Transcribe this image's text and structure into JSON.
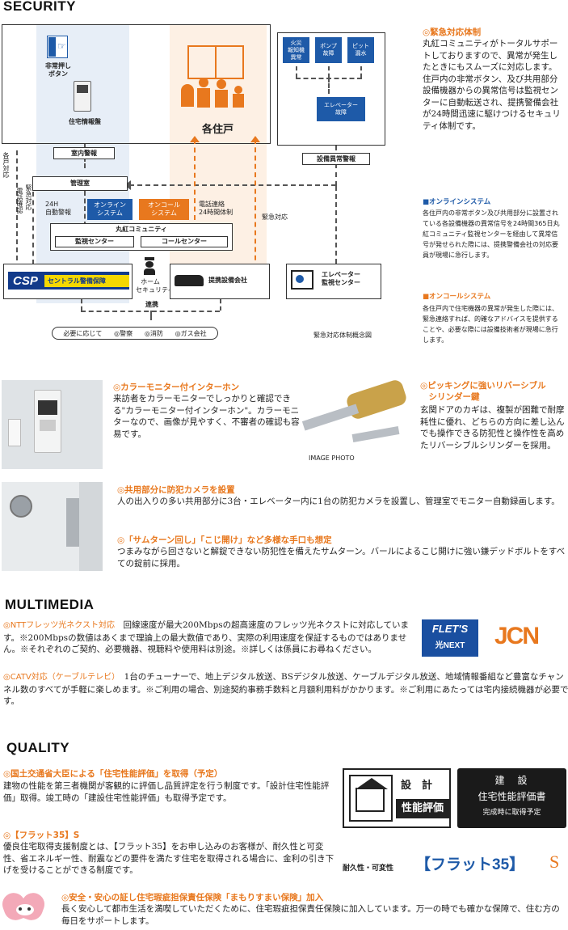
{
  "security": {
    "heading": "SECURITY",
    "diagram": {
      "emergency_button": "非常押し\nボタン",
      "housing_panel": "住宅情報盤",
      "each_unit": "各住戸",
      "fire": "火災\n報知機\n異常",
      "pump": "ポンプ\n故障",
      "pit": "ピット\n漏水",
      "elevator_fault": "エレベーター\n故障",
      "indoor_alarm": "室内警報",
      "equipment_alarm": "設備異常警報",
      "management": "管理室",
      "each_unit_response": "各戸対応",
      "phone_confirm": "電話確認",
      "emergency_resp_left": "緊急対応",
      "auto_alarm": "24H\n自動警報",
      "online_system": "オンライン\nシステム",
      "oncall_system": "オンコール\nシステム",
      "phone_contact": "電話連絡\n24時間体制",
      "emergency_resp_right": "緊急対応",
      "marubeni": "丸紅コミュニティ",
      "monitor_center": "監視センター",
      "call_center": "コールセンター",
      "csp_logo": "CSP",
      "csp_name": "セントラル警備保障",
      "home_security": "ホーム\nセキュリティ",
      "partner": "提携設備会社",
      "elevator_center": "エレベーター\n監視センター",
      "cooperation": "連携",
      "if_needed": "必要に応じて",
      "police": "◎警察",
      "fire_dept": "◎消防",
      "gas": "◎ガス会社",
      "caption": "緊急対応体制概念図"
    },
    "emergency_title": "◎緊急対応体制",
    "emergency_text": "丸紅コミュニティがトータルサポートしておりますので、異常が発生したときにもスムーズに対応します。住戸内の非常ボタン、及び共用部分設備機器からの異常信号は監視センターに自動転送され、提携警備会社が24時間迅速に駆けつけるセキュリティ体制です。",
    "online_title": "■オンラインシステム",
    "online_text": "各住戸内の非常ボタン及び共用部分に設置されている各設備機器の異常信号を24時間365日丸紅コミュニティ監視センターを経由して異常信号が発せられた際には、提携警備会社の対応要員が現場に急行します。",
    "oncall_title": "■オンコールシステム",
    "oncall_text": "各住戸内で住宅機器の異常が発生した際には、緊急連絡すれば、的確なアドバイスを提供することや、必要な際には設備技術者が現場に急行します。",
    "intercom_title": "◎カラーモニター付インターホン",
    "intercom_text": "来訪者をカラーモニターでしっかりと確認できる\"カラーモニター付インターホン\"。カラーモニターなので、画像が見やすく、不審者の確認も容易です。",
    "key_title": "◎ピッキングに強いリバーシブル\n　シリンダー鍵",
    "key_text": "玄関ドアのカギは、複製が困難で耐摩耗性に優れ、どちらの方向に差し込んでも操作できる防犯性と操作性を高めたリバーシブルシリンダーを採用。",
    "image_photo": "IMAGE PHOTO",
    "camera_title": "◎共用部分に防犯カメラを設置",
    "camera_text": "人の出入りの多い共用部分に3台・エレベーター内に1台の防犯カメラを設置し、管理室でモニター自動録画します。",
    "thumbturn_title": "◎「サムターン回し」「こじ開け」など多様な手口も想定",
    "thumbturn_text": "つまみながら回さないと解錠できない防犯性を備えたサムターン。バールによるこじ開けに強い鎌デッドボルトをすべての錠前に採用。"
  },
  "multimedia": {
    "heading": "MULTIMEDIA",
    "ntt_title": "◎NTTフレッツ光ネクスト対応",
    "ntt_text": "　回線速度が最大200Mbpsの超高速度のフレッツ光ネクストに対応しています。※200Mbpsの数値はあくまで理論上の最大数値であり、実際の利用速度を保証するものではありません。※それぞれのご契約、必要機器、視聴料や使用料は別途。※詳しくは係員にお尋ねください。",
    "flets_logo": "FLET'S",
    "flets_sub": "光NEXT",
    "jcn_logo": "JCN",
    "catv_title": "◎CATV対応（ケーブルテレビ）",
    "catv_text": "　1台のチューナーで、地上デジタル放送、BSデジタル放送、ケーブルデジタル放送、地域情報番組など豊富なチャンネル数のすべてが手軽に楽しめます。※ご利用の場合、別途契約事務手数料と月額利用料がかかります。※ご利用にあたっては宅内接続機器が必要です。"
  },
  "quality": {
    "heading": "QUALITY",
    "perf_title": "◎国土交通省大臣による「住宅性能評価」を取得（予定）",
    "perf_text": "建物の性能を第三者機関が客観的に評価し品質評定を行う制度です。「設計住宅性能評価」取得。竣工時の「建設住宅性能評価」も取得予定です。",
    "design_label": "設　計",
    "perf_label": "性能評価",
    "const_label1": "建　設",
    "const_label2": "住宅性能評価書",
    "const_label3": "完成時に取得予定",
    "flat_title": "◎【フラット35】S",
    "flat_text": "優良住宅取得支援制度とは、【フラット35】をお申し込みのお客様が、耐久性と可変性、省エネルギー性、耐震などの要件を満たす住宅を取得される場合に、金利の引き下げを受けることができる制度です。",
    "flat_prefix": "耐久性・可変性",
    "flat_logo": "【フラット35】",
    "flat_s": "S",
    "insurance_title": "◎安全・安心の証し住宅瑕疵担保責任保険「まもりすまい保険」加入",
    "insurance_text": "長く安心して都市生活を満喫していただくために、住宅瑕疵担保責任保険に加入しています。万一の時でも確かな保障で、住む方の毎日をサポートします。"
  },
  "colors": {
    "accent": "#e8781e",
    "blue": "#1e5aa8",
    "dark": "#1a1a1a"
  }
}
